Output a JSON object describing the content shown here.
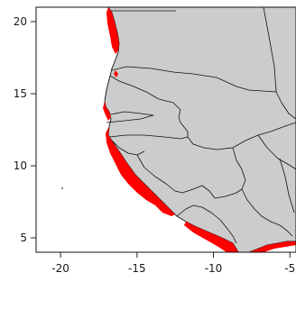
{
  "colors": {
    "land": "#cccccc",
    "highlight": "#ff0000",
    "border": "#111111",
    "background": "#ffffff"
  },
  "map": {
    "x_axis": {
      "range": [
        -21.6,
        -4.6
      ],
      "ticks": [
        {
          "value": -20,
          "label": "-20"
        },
        {
          "value": -15,
          "label": "-15"
        },
        {
          "value": -10,
          "label": "-10"
        },
        {
          "value": -5,
          "label": "-5"
        }
      ]
    },
    "y_axis": {
      "range": [
        4.0,
        21.0
      ],
      "ticks": [
        {
          "value": 5,
          "label": "5"
        },
        {
          "value": 10,
          "label": "10"
        },
        {
          "value": 15,
          "label": "15"
        },
        {
          "value": 20,
          "label": "20"
        }
      ]
    },
    "layers": [
      "land",
      "country-borders",
      "coastal-highlight"
    ]
  }
}
